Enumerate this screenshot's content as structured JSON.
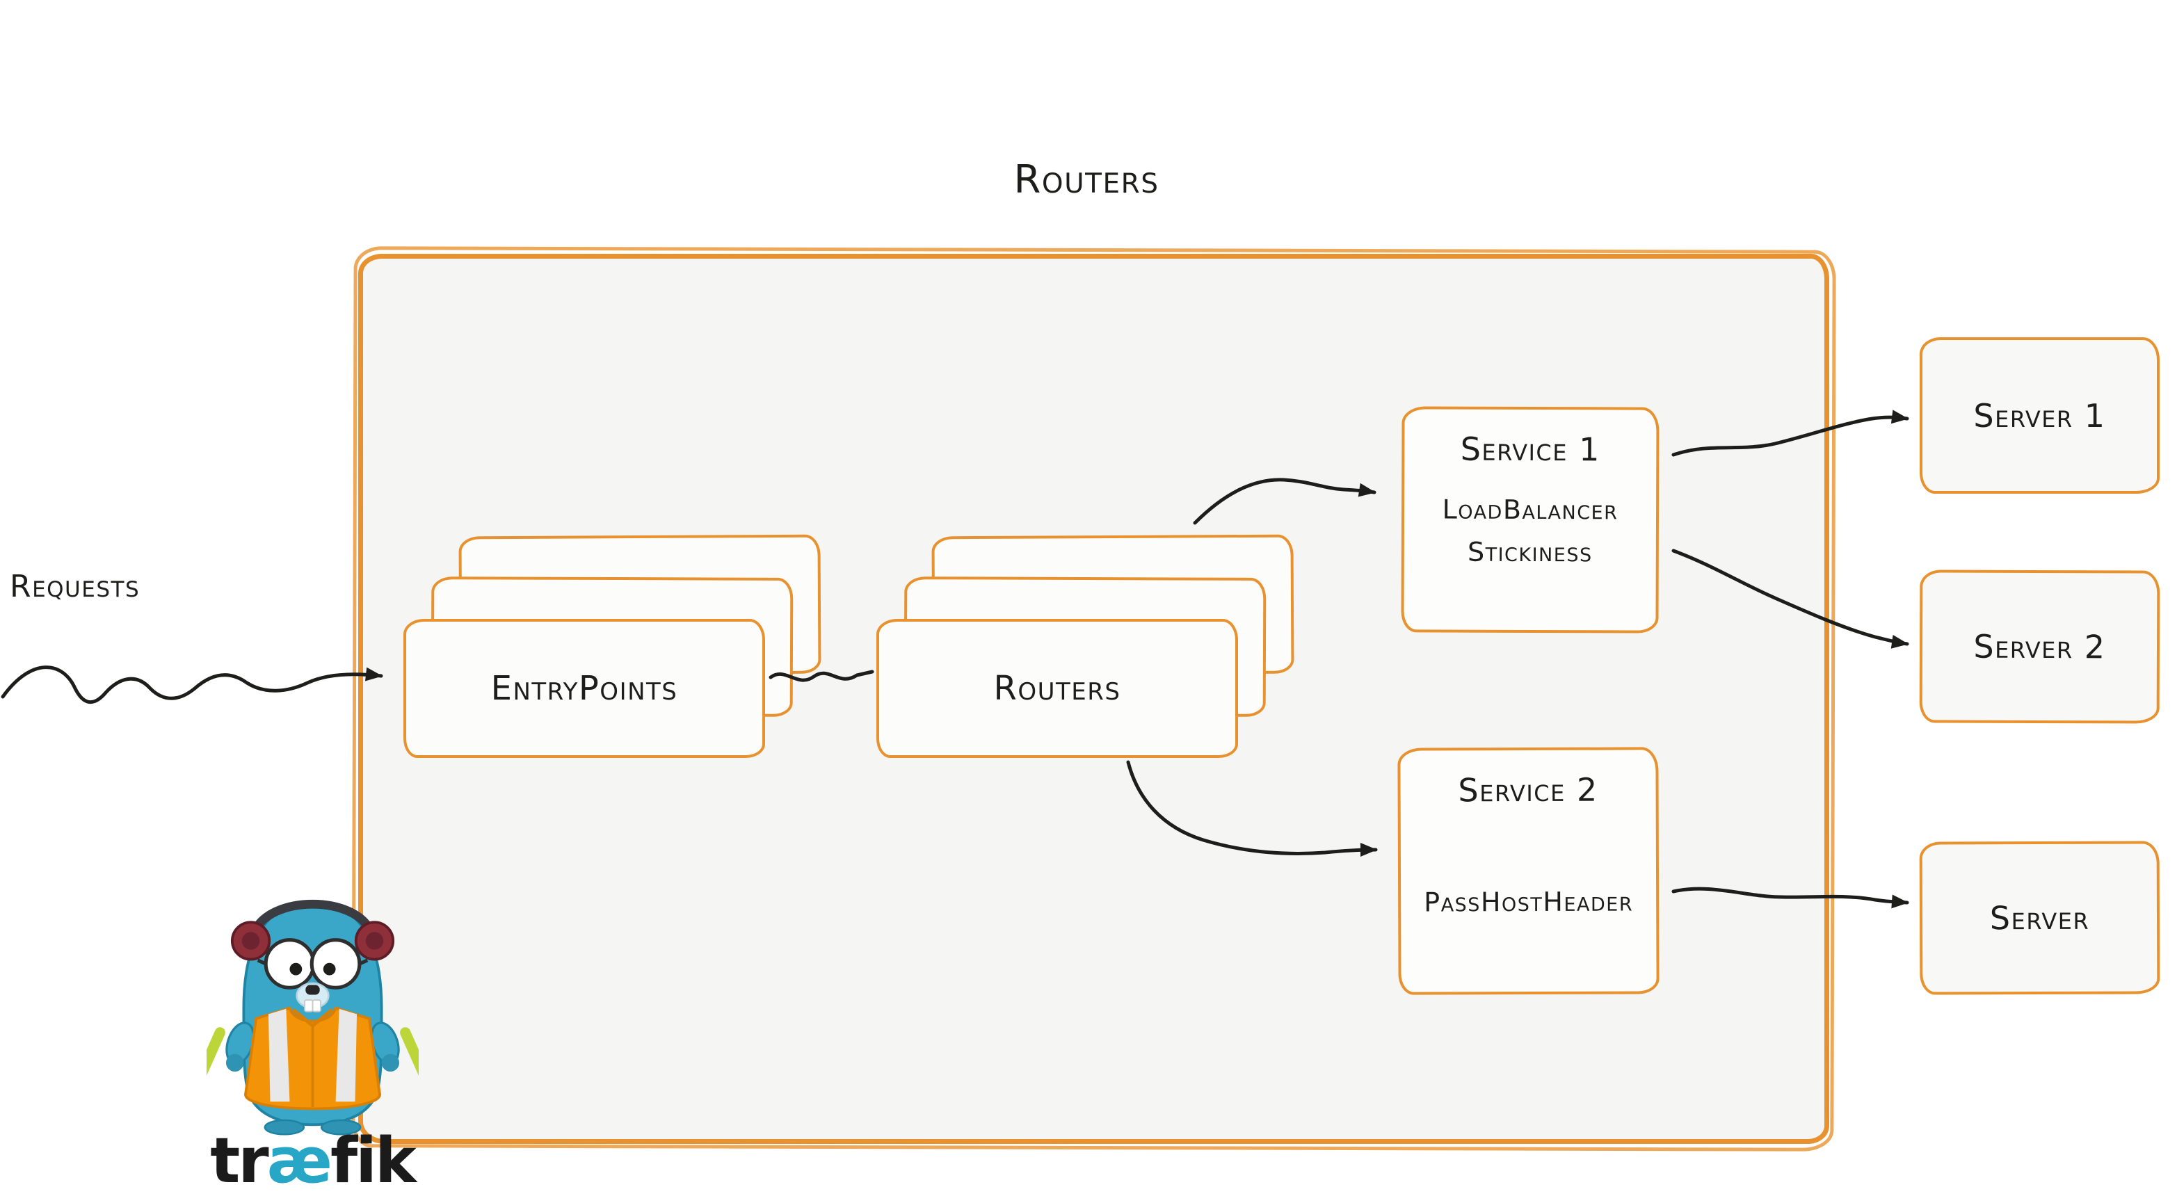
{
  "colors": {
    "accent_orange": "#E8922F",
    "fill_gray": "#F5F5F4",
    "ink": "#1D1D1B",
    "logo_teal": "#28A6C6"
  },
  "diagram": {
    "title": "Routers",
    "requests_label": "Requests",
    "entrypoints_label": "EntryPoints",
    "routers_label": "Routers",
    "service1": {
      "title": "Service 1",
      "features": [
        "LoadBalancer",
        "Stickiness"
      ]
    },
    "service2": {
      "title": "Service 2",
      "features": [
        "PassHostHeader"
      ]
    },
    "servers": [
      {
        "label": "Server 1"
      },
      {
        "label": "Server 2"
      },
      {
        "label": "Server"
      }
    ],
    "connections": [
      {
        "from": "requests",
        "to": "entrypoints",
        "style": "wavy-arrow"
      },
      {
        "from": "entrypoints",
        "to": "routers",
        "style": "wavy-line"
      },
      {
        "from": "routers",
        "to": "service1",
        "style": "curved-arrow"
      },
      {
        "from": "routers",
        "to": "service2",
        "style": "curved-arrow"
      },
      {
        "from": "service1",
        "to": "server1",
        "style": "curved-arrow"
      },
      {
        "from": "service1",
        "to": "server2",
        "style": "curved-arrow"
      },
      {
        "from": "service2",
        "to": "server",
        "style": "curved-arrow"
      }
    ]
  },
  "logo": {
    "mascot": "traefik-gopher",
    "wordmark_prefix": "tr",
    "wordmark_ae": "æ",
    "wordmark_suffix": "fik"
  }
}
